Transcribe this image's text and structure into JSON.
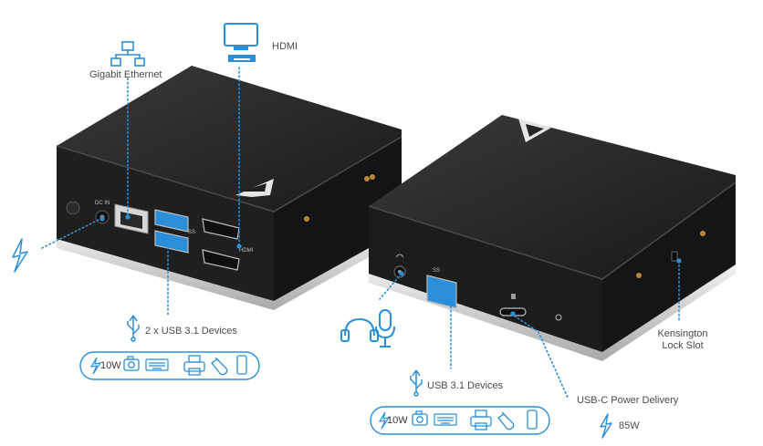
{
  "labels": {
    "gigabit_ethernet": "Gigabit Ethernet",
    "hdmi": "HDMI",
    "usb_left": "2 x USB 3.1 Devices",
    "usb_right": "USB 3.1 Devices",
    "usbc_pd": "USB-C Power Delivery",
    "power_85w": "85W",
    "kensington_line1": "Kensington",
    "kensington_line2": "Lock Slot"
  },
  "device_bar_left": {
    "power_text": "10W"
  },
  "device_bar_right": {
    "power_text": "10W"
  },
  "port_markings": {
    "dc_in": "DC IN",
    "hdmi": "HDMI",
    "ss_left": "SS",
    "ss_right": "SS"
  },
  "icons": [
    "network-icon",
    "monitor-icon",
    "lightning-icon",
    "usb-icon",
    "camera-icon",
    "keyboard-icon",
    "printer-icon",
    "mouse-icon",
    "phone-icon",
    "headphones-icon",
    "microphone-icon",
    "v7-logo-icon"
  ],
  "colors": {
    "accent": "#2a8fd8",
    "device_body": "#1e1e1e",
    "device_top": "#2b2b2b",
    "aluminum": "#d8d8d8",
    "label": "#4a4a4a"
  }
}
